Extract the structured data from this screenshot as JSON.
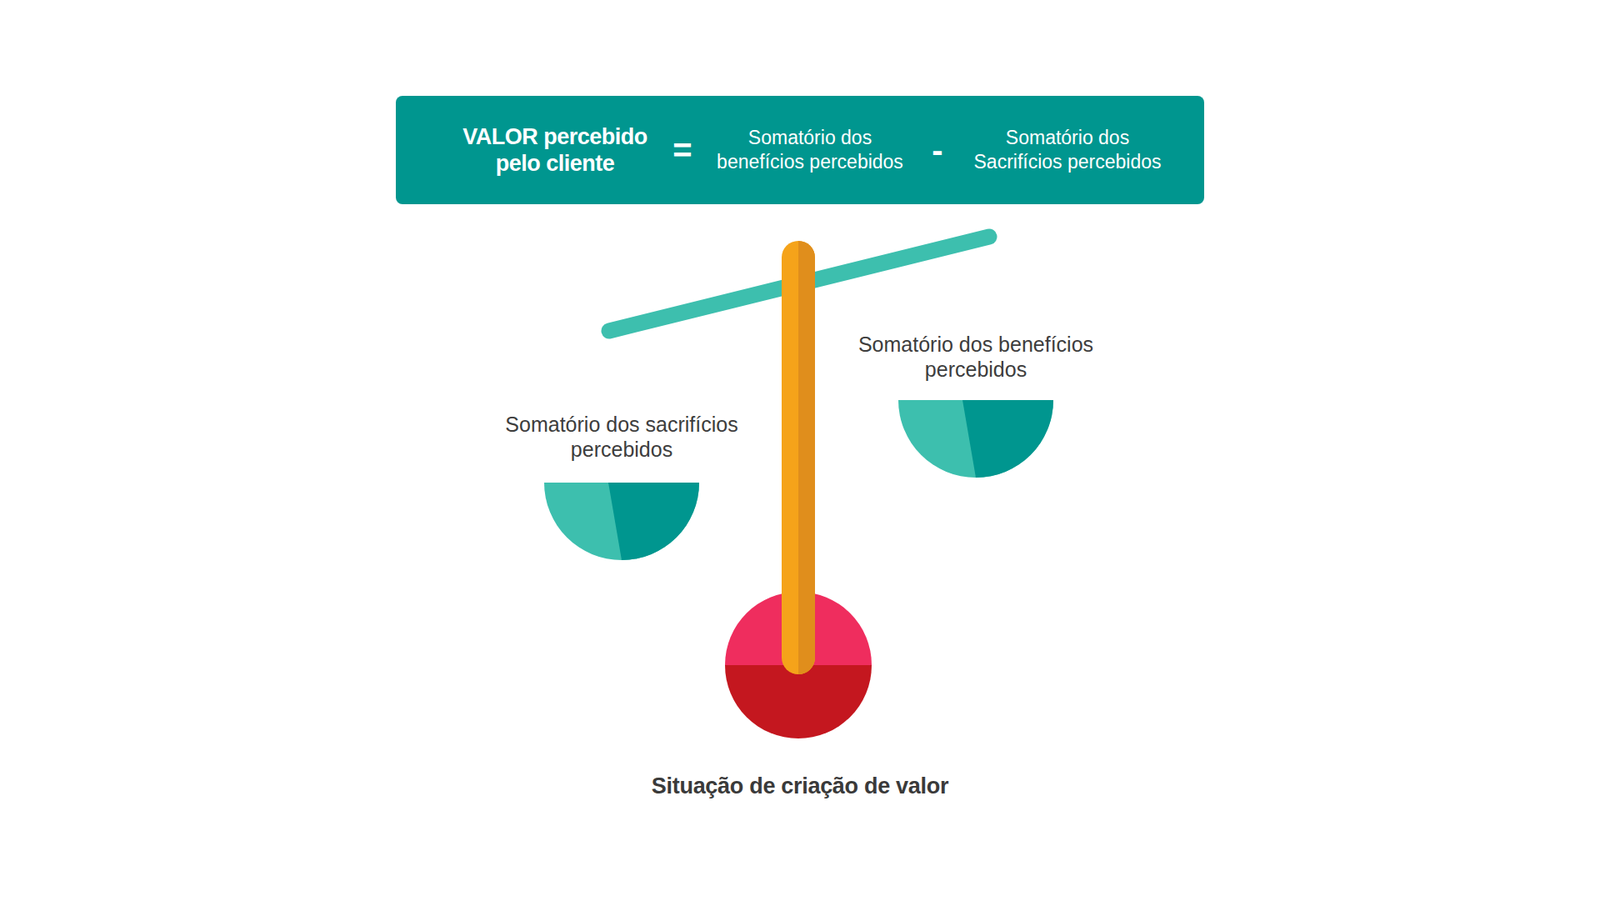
{
  "diagram": {
    "caption": "Situação de criação de valor",
    "nodes": [
      {
        "text": [
          "VALOR percebido pelo cliente",
          "=",
          "Somatório dos benefícios percebidos",
          "-",
          "Somatório dos Sacrifícios percebidos"
        ]
      },
      {
        "text": [
          "Somatório dos sacrifícios percebidos"
        ]
      },
      {
        "text": [
          "Somatório dos benefícios percebidos"
        ]
      }
    ]
  }
}
